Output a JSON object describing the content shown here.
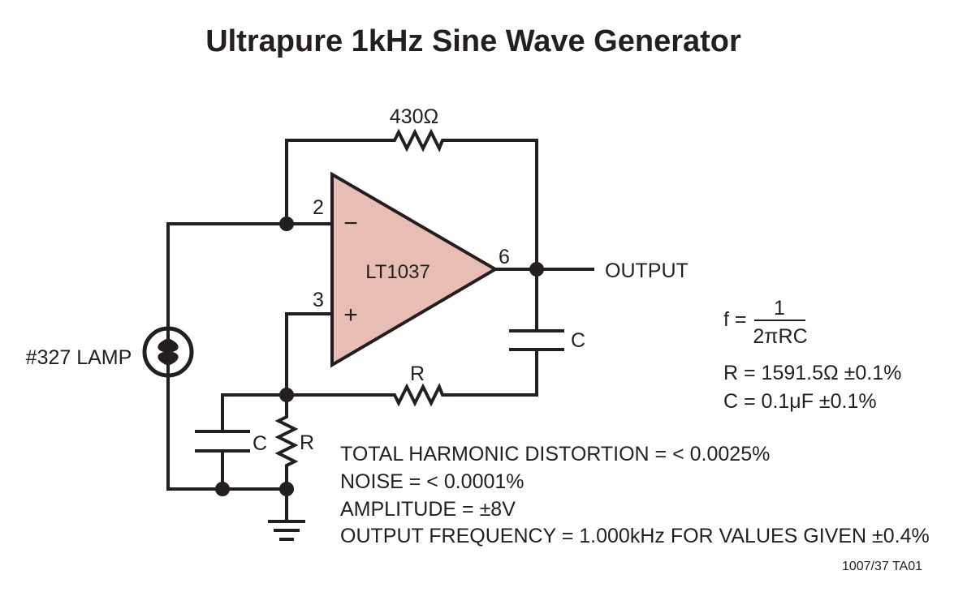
{
  "title": "Ultrapure 1kHz Sine Wave Generator",
  "opamp": {
    "label": "LT1037",
    "fill_color": "#e8bdb4",
    "pin_inverting": "2",
    "pin_noninverting": "3",
    "pin_output": "6",
    "minus_sign": "−",
    "plus_sign": "+"
  },
  "components": {
    "feedback_resistor": "430Ω",
    "output_label": "OUTPUT",
    "lamp_label": "#327 LAMP",
    "series_capacitor": "C",
    "series_resistor": "R",
    "shunt_capacitor": "C",
    "shunt_resistor": "R"
  },
  "formula": {
    "f_prefix": "f =",
    "numerator": "1",
    "denominator": "2πRC",
    "r_value": "R = 1591.5Ω ±0.1%",
    "c_value": "C = 0.1μF ±0.1%"
  },
  "specs": [
    "TOTAL HARMONIC DISTORTION = < 0.0025%",
    "NOISE = < 0.0001%",
    "AMPLITUDE = ±8V",
    "OUTPUT FREQUENCY = 1.000kHz FOR VALUES GIVEN ±0.4%"
  ],
  "figure_code": "1007/37 TA01"
}
